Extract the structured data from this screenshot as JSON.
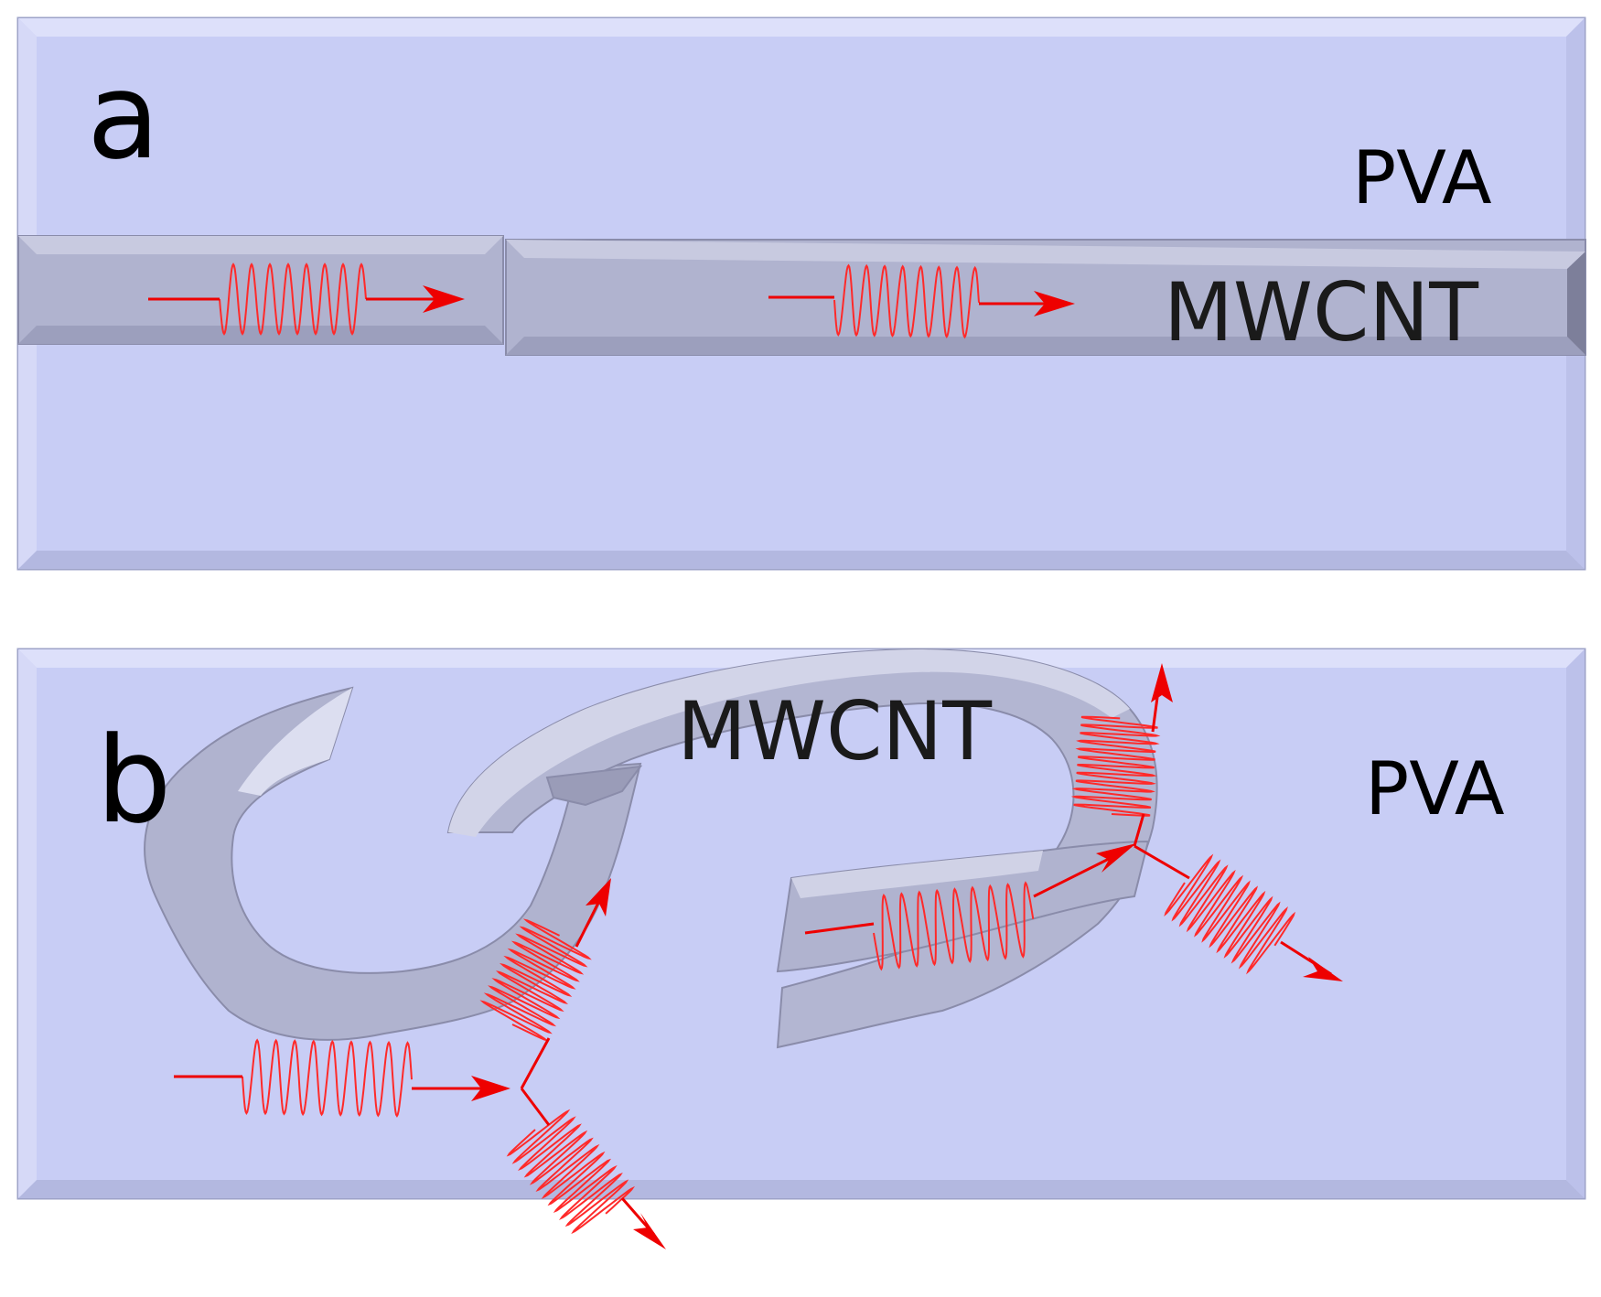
{
  "colors": {
    "matrix": "#c8cdf5",
    "matrix_edge_light": "#e8eafc",
    "matrix_edge_dark": "#9ea3c8",
    "tube": "#b0b3cf",
    "tube_light": "#dcdef0",
    "tube_dark": "#8a8caa",
    "wave": "#ff2222",
    "arrow": "#ee0000"
  },
  "panel_a": {
    "panel_letter": "a",
    "matrix_label": "PVA",
    "tube_label": "MWCNT"
  },
  "panel_b": {
    "panel_letter": "b",
    "matrix_label": "PVA",
    "tube_label": "MWCNT"
  }
}
